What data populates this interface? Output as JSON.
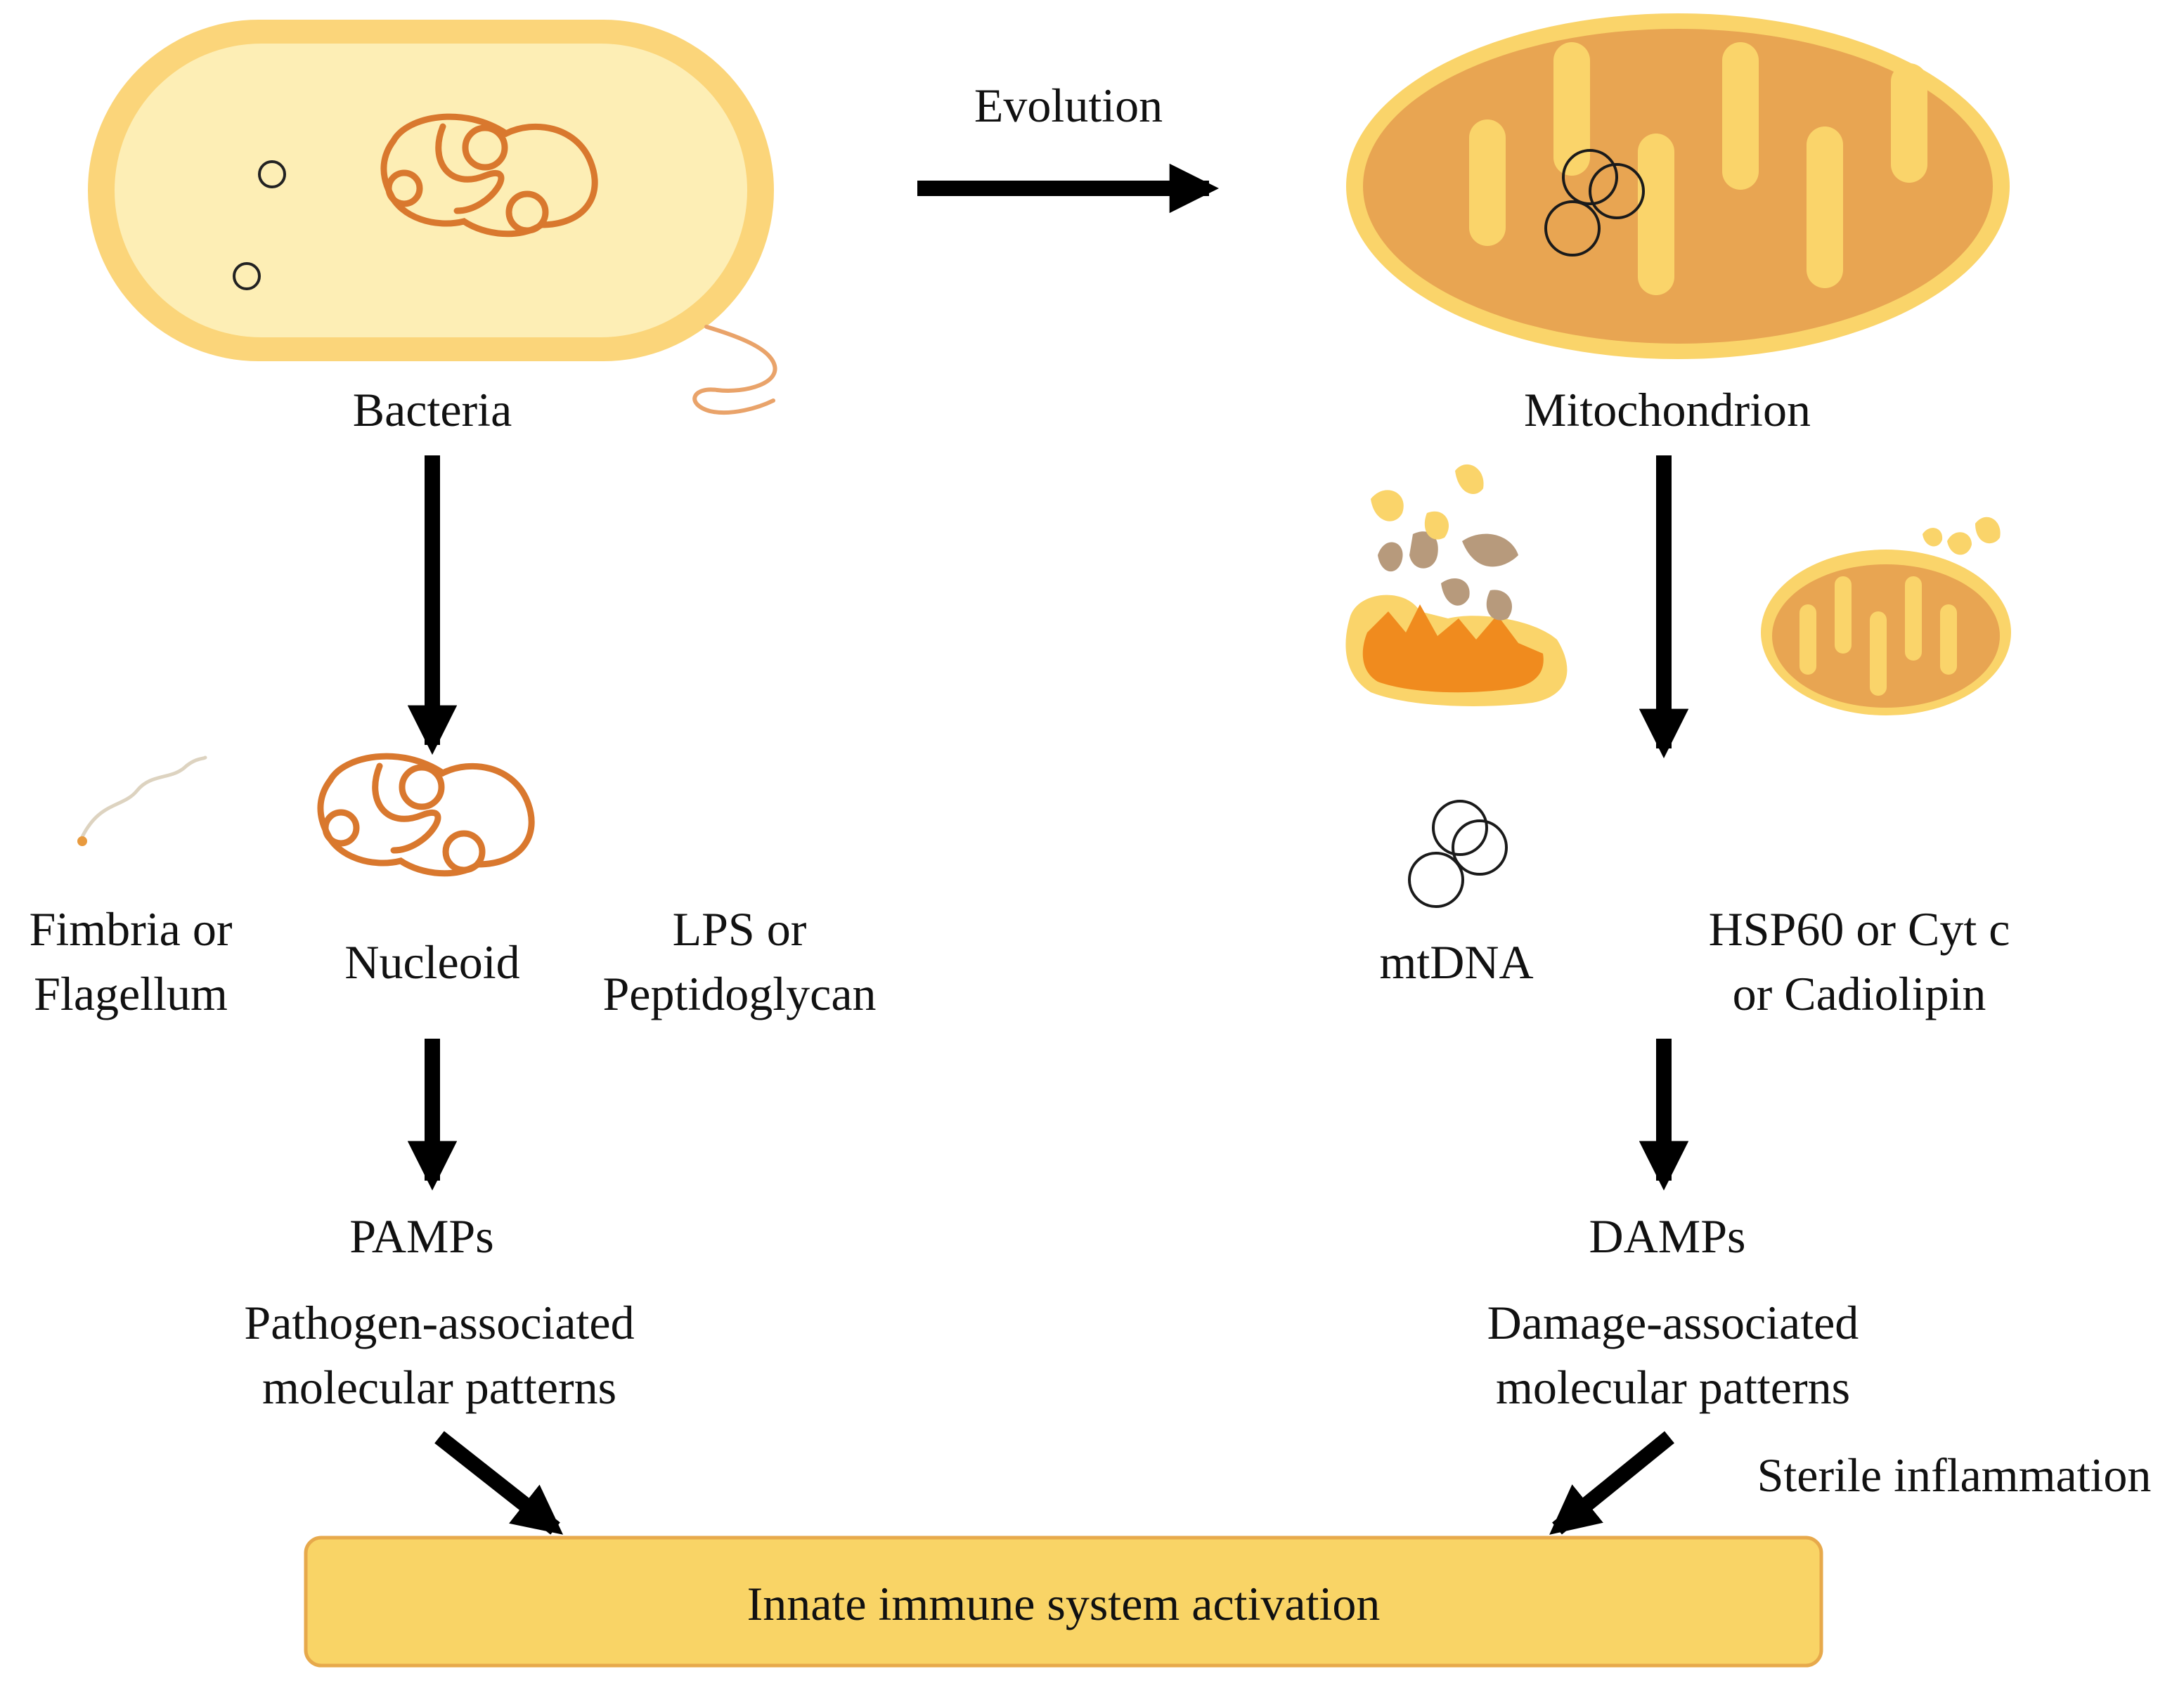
{
  "labels": {
    "evolution": "Evolution",
    "bacteria": "Bacteria",
    "mitochondrion": "Mitochondrion",
    "fimbria_line1": "Fimbria or",
    "fimbria_line2": "Flagellum",
    "nucleoid": "Nucleoid",
    "lps_line1": "LPS or",
    "lps_line2": "Peptidoglycan",
    "mtdna": "mtDNA",
    "hsp_line1": "HSP60 or Cyt c",
    "hsp_line2": "or Cadiolipin",
    "pamps": "PAMPs",
    "pamps_desc_line1": "Pathogen-associated",
    "pamps_desc_line2": "molecular patterns",
    "damps": "DAMPs",
    "damps_desc_line1": "Damage-associated",
    "damps_desc_line2": "molecular patterns",
    "sterile": "Sterile inflammation",
    "innate": "Innate immune system activation"
  },
  "colors": {
    "cell_outer": "#fbd57a",
    "cell_inner": "#fdeeb5",
    "dna_orange": "#d9782e",
    "mito_outer": "#fad46a",
    "mito_inner": "#e8a552",
    "arrow": "#000000",
    "box_fill": "#f9d466",
    "box_border": "#e7a94b",
    "debris_brown": "#b79a7c",
    "debris_orange": "#f08b1e"
  },
  "icons": [
    "bacterium-icon",
    "mitochondrion-icon",
    "nucleoid-icon",
    "flagellum-icon",
    "mtdna-icon",
    "damaged-mitochondrion-icon"
  ]
}
